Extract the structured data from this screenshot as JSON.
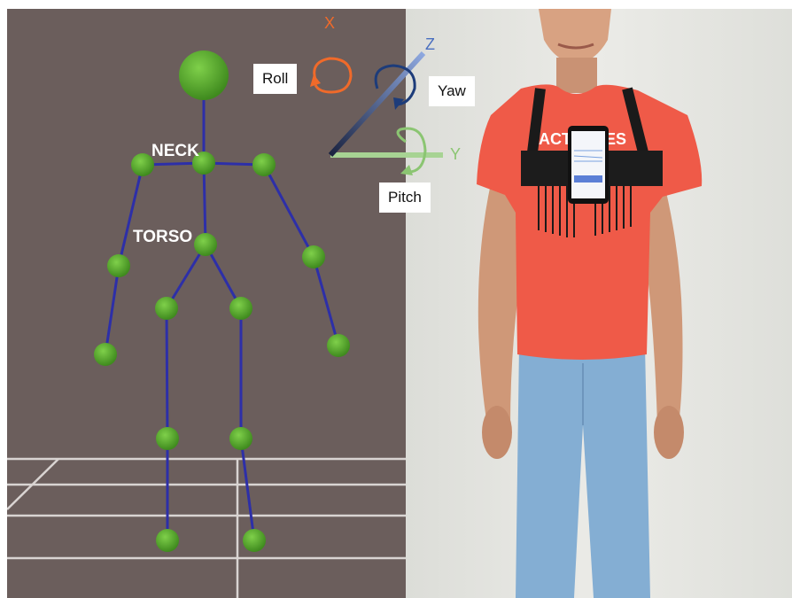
{
  "skeleton": {
    "neck_label": "NECK",
    "torso_label": "TORSO"
  },
  "axes": {
    "x": "X",
    "y": "Y",
    "z": "Z",
    "roll": "Roll",
    "yaw": "Yaw",
    "pitch": "Pitch"
  },
  "colors": {
    "background_left": "#6b5e5c",
    "joint": "#5aa32c",
    "bone": "#2d2fa8",
    "x_axis": "#f06a2a",
    "y_axis": "#8bc572",
    "z_axis": "#4a6fbf",
    "yaw_arrow": "#1d3c7a",
    "shirt": "#ef5a48",
    "jeans": "#84aed3"
  },
  "phone": {
    "shirt_text": "ACTIVITIES"
  }
}
